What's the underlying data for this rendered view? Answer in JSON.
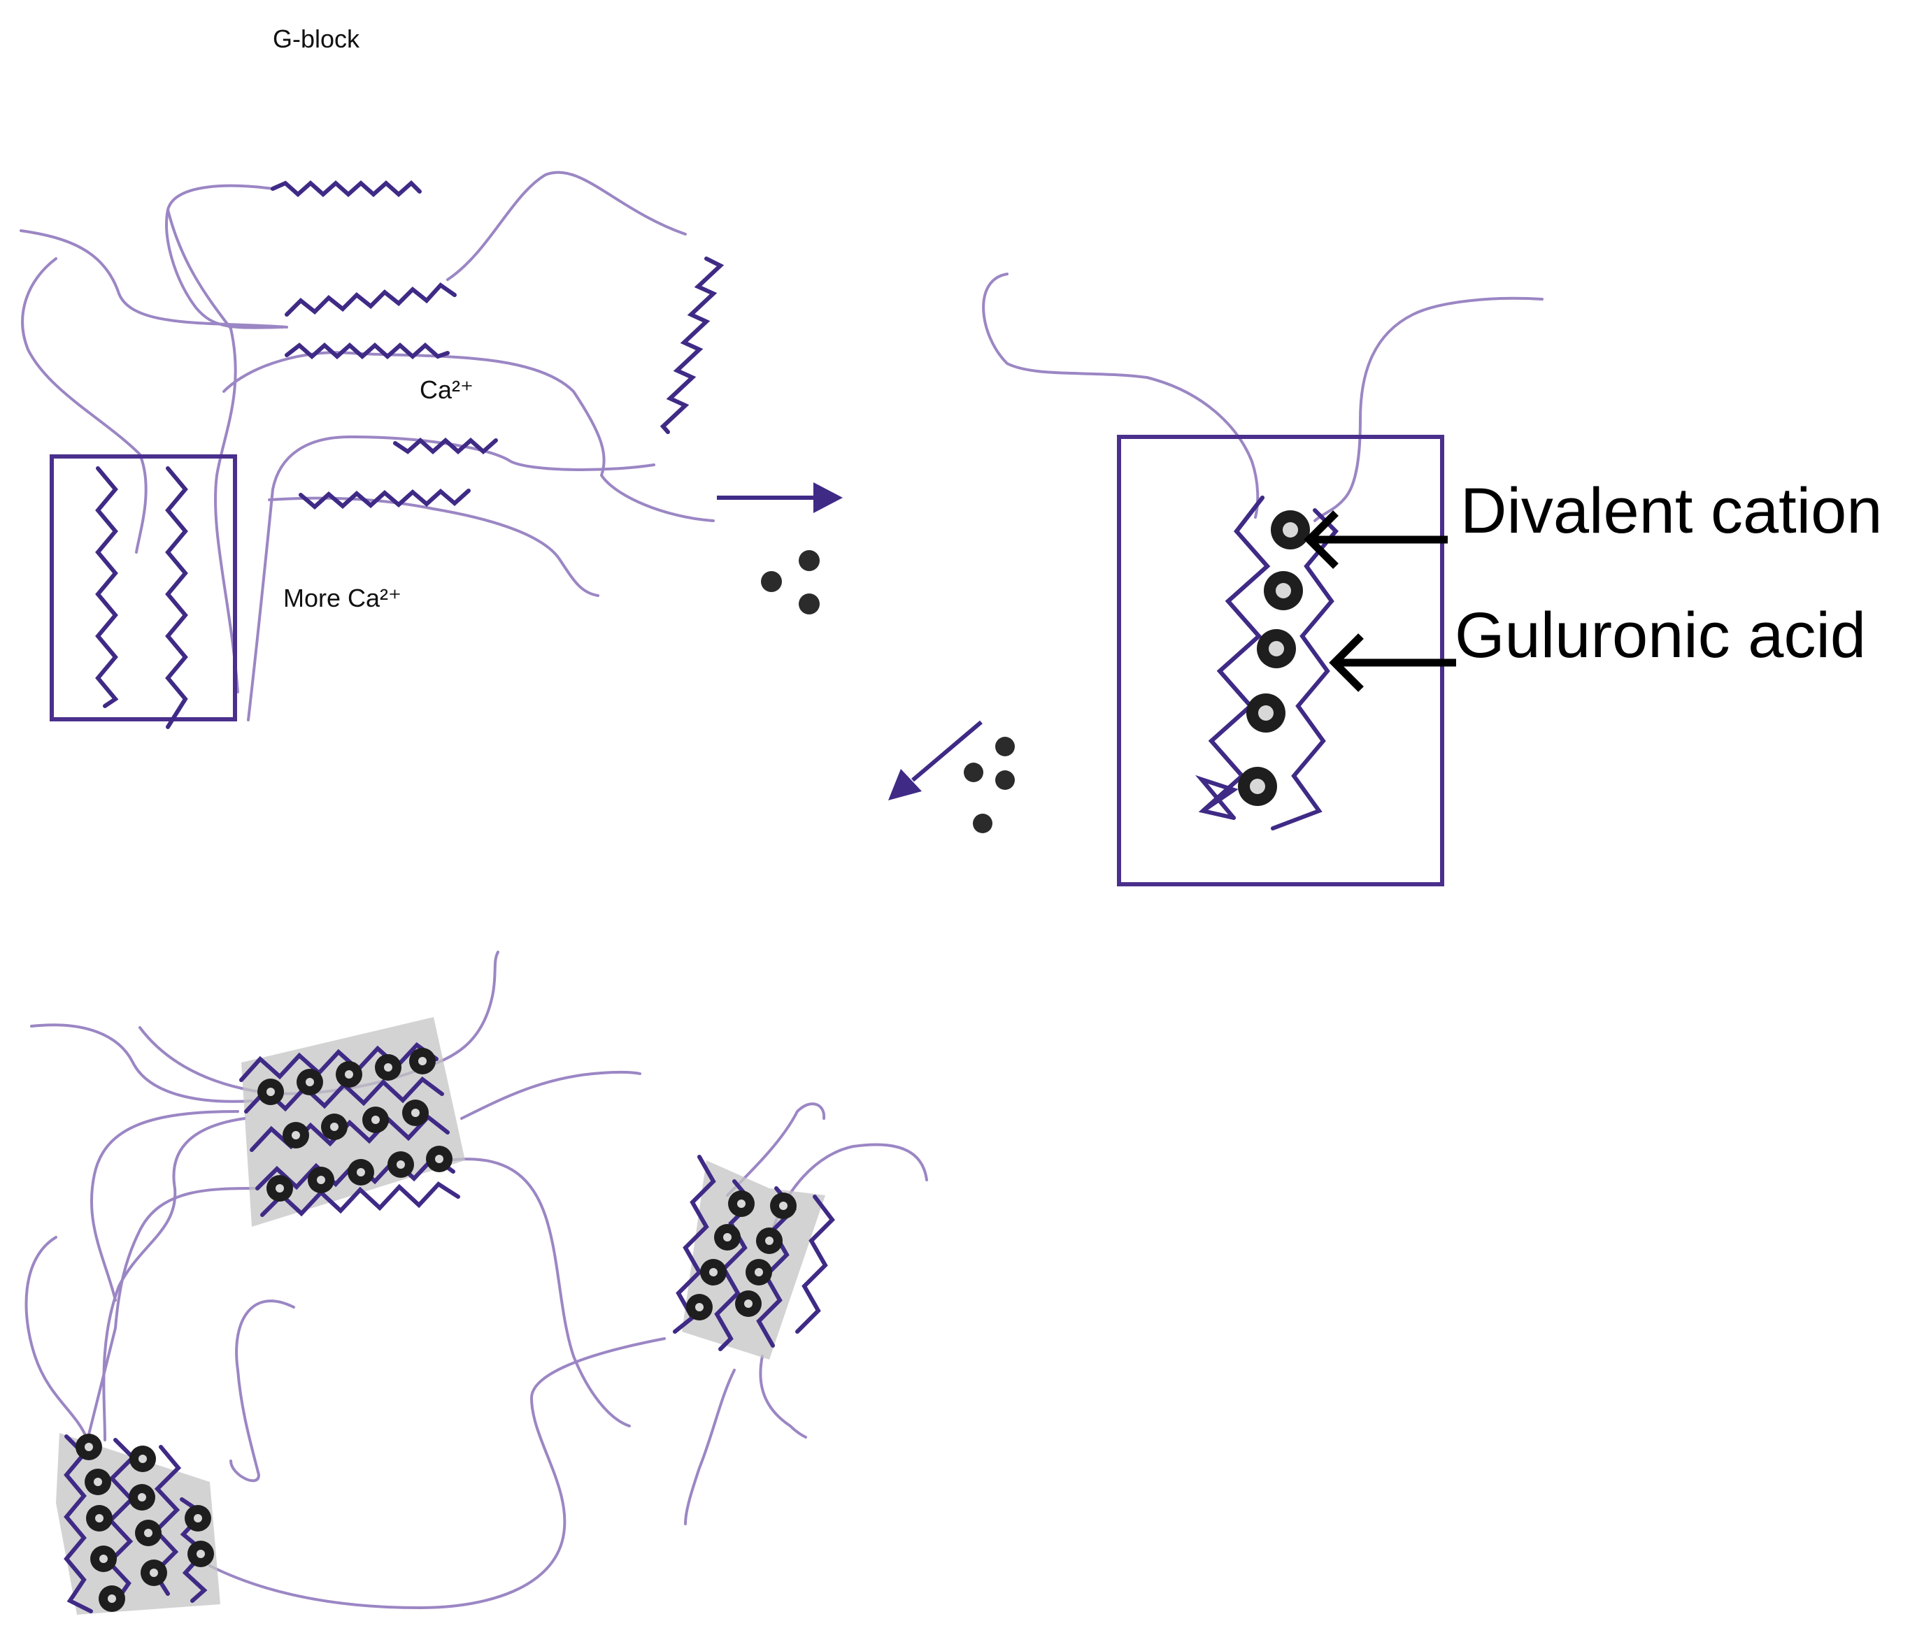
{
  "labels": {
    "g_block": "G-block",
    "ca": "Ca²⁺",
    "more_ca": "More Ca²⁺",
    "divalent_cation": "Divalent cation",
    "guluronic_acid": "Guluronic acid"
  },
  "colors": {
    "polymer_strand": "#9b86c4",
    "g_block_chain": "#3f2a86",
    "frame": "#4a2f8c",
    "ion": "#1e1e1e",
    "junction_shadow": "#c4c4c4"
  },
  "icons": {
    "process_arrow": "arrow-right-icon",
    "second_process_arrow": "arrow-down-left-icon",
    "callout_arrow": "arrow-left-icon"
  }
}
